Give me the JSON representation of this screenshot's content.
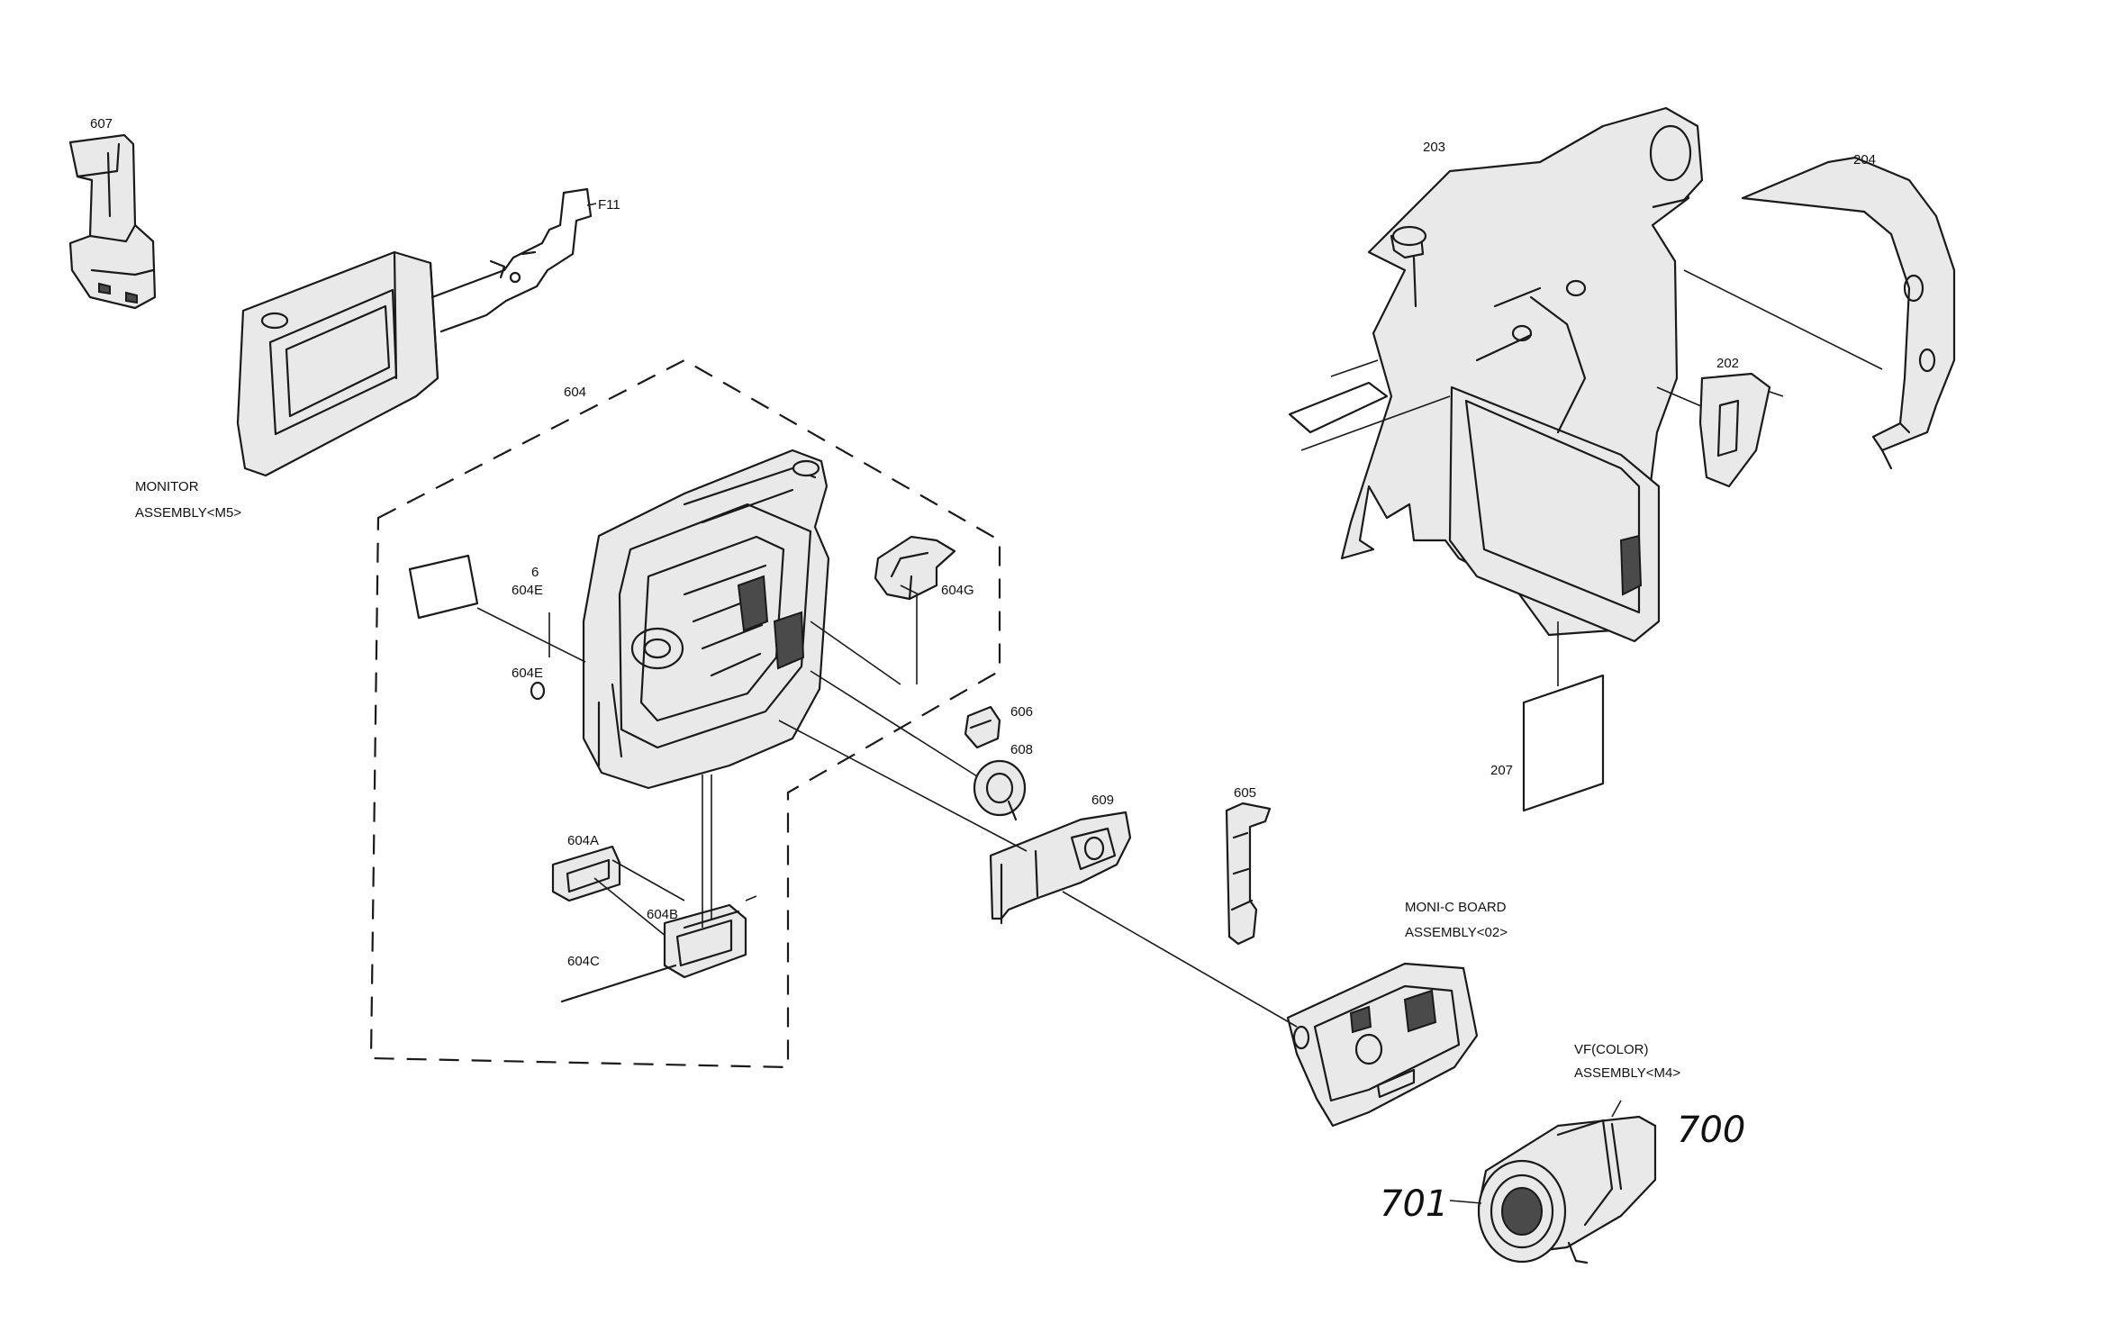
{
  "labels": {
    "p607": "607",
    "f11": "F11",
    "monitor_line1": "MONITOR",
    "monitor_line2": "ASSEMBLY<M5>",
    "p604": "604",
    "p604e_a": "604E",
    "p604e_b": "604E",
    "p604g": "604G",
    "p606": "606",
    "p608": "608",
    "p604a": "604A",
    "p604b": "604B",
    "p604c": "604C",
    "p609": "609",
    "p605": "605",
    "moni_line1": "MONI-C BOARD",
    "moni_line2": "ASSEMBLY<02>",
    "vf_line1": "VF(COLOR)",
    "vf_line2": "ASSEMBLY<M4>",
    "p203": "203",
    "p204": "204",
    "p202": "202",
    "p207": "207",
    "frag_6": "6"
  },
  "handwritten": {
    "p700": "700",
    "p701": "701"
  }
}
